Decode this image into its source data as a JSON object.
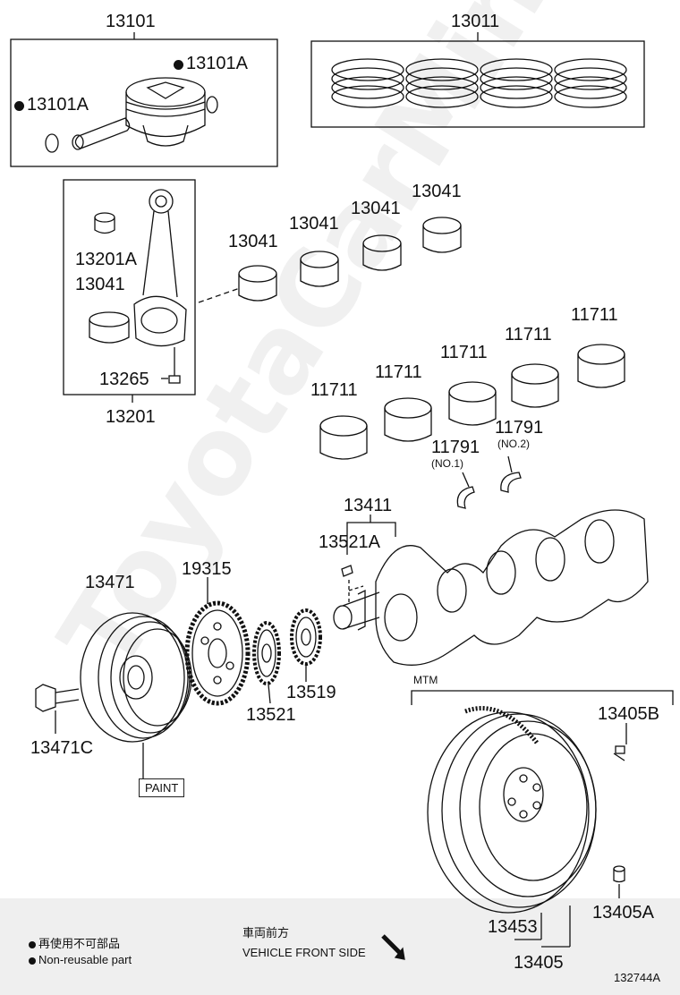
{
  "parts": {
    "p13101": "13101",
    "p13101A_right": "13101A",
    "p13101A_left": "13101A",
    "p13011": "13011",
    "p13041_a": "13041",
    "p13041_b": "13041",
    "p13041_c": "13041",
    "p13041_d": "13041",
    "p13041_e": "13041",
    "p13201A": "13201A",
    "p13265": "13265",
    "p13201": "13201",
    "p11711_a": "11711",
    "p11711_b": "11711",
    "p11711_c": "11711",
    "p11711_d": "11711",
    "p11711_e": "11711",
    "p11791_a": "11791",
    "p11791_b": "11791",
    "no2": "(NO.2)",
    "no1": "(NO.1)",
    "p13411": "13411",
    "p13521A": "13521A",
    "p19315": "19315",
    "p13471": "13471",
    "p13519": "13519",
    "p13521": "13521",
    "p13471C": "13471C",
    "mtm": "MTM",
    "p13405B": "13405B",
    "p13405A": "13405A",
    "p13453": "13453",
    "p13405": "13405",
    "paint": "PAINT"
  },
  "legend": {
    "jp_label": "再使用不可部品",
    "en_label": "Non-reusable part"
  },
  "front": {
    "jp": "車両前方",
    "en": "VEHICLE FRONT SIDE"
  },
  "figure_id": "132744A",
  "watermark": "ToyotaCarMine.ru"
}
